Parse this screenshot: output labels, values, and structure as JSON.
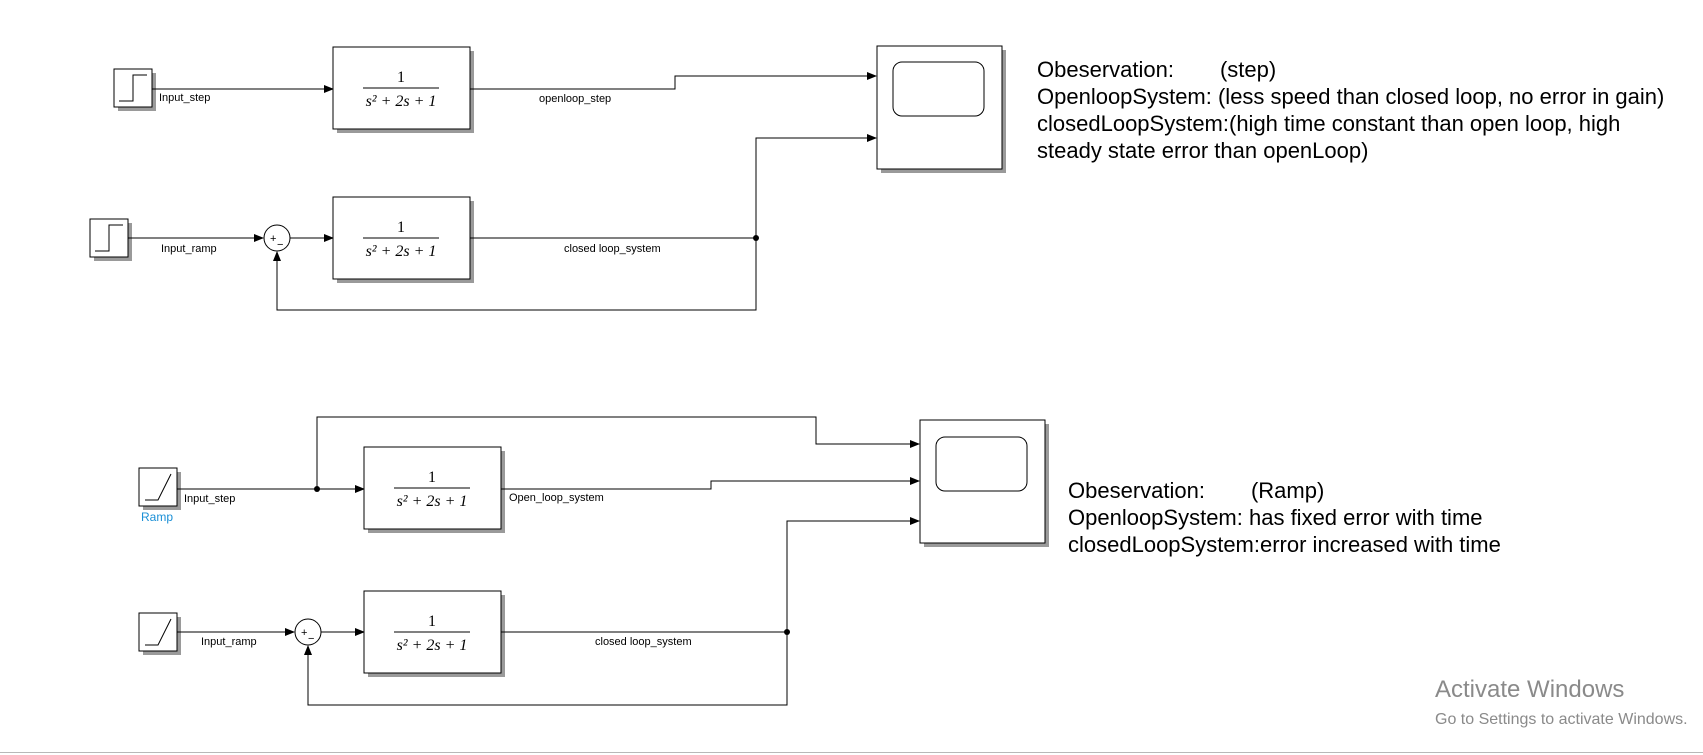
{
  "diagram": {
    "step_system": {
      "open_loop_input_label": "Input_step",
      "open_loop_signal_label": "openloop_step",
      "closed_loop_input_label": "Input_ramp",
      "closed_loop_signal_label": "closed loop_system",
      "transfer_function": {
        "numerator": "1",
        "denominator": "s² + 2s + 1"
      },
      "sum_signs": {
        "top": "+",
        "bottom": "−"
      }
    },
    "ramp_system": {
      "ramp_block_label": "Ramp",
      "open_loop_input_label": "Input_step",
      "open_loop_signal_label": "Open_loop_system",
      "closed_loop_input_label": "Input_ramp",
      "closed_loop_signal_label": "closed loop_system",
      "transfer_function": {
        "numerator": "1",
        "denominator": "s² + 2s + 1"
      },
      "sum_signs": {
        "top": "+",
        "bottom": "−"
      }
    },
    "colors": {
      "line": "#000000",
      "block_label": "#1a8fd6",
      "shadow": "#9a9a9a"
    }
  },
  "notes": {
    "step": {
      "heading": "Obeservation:",
      "case": "(step)",
      "open_loop": "OpenloopSystem: (less speed than closed loop, no error in gain)",
      "closed_loop": "closedLoopSystem:(high time constant than open loop, high steady state error than openLoop)"
    },
    "ramp": {
      "heading": "Obeservation:",
      "case": "(Ramp)",
      "open_loop": "OpenloopSystem: has fixed error with time",
      "closed_loop": "closedLoopSystem:error increased with time"
    }
  },
  "watermark": {
    "title": "Activate Windows",
    "subtitle": "Go to Settings to activate Windows."
  }
}
